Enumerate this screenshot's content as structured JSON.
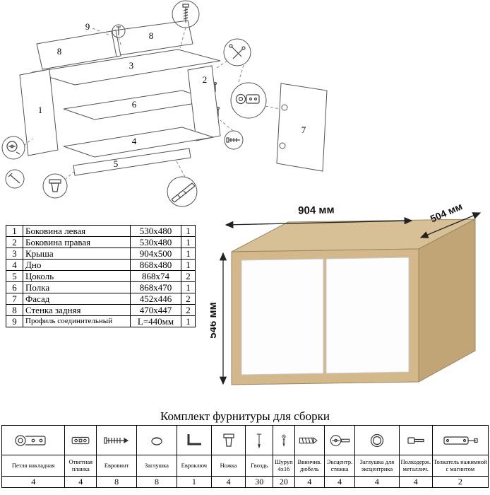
{
  "diagram": {
    "labels": {
      "p1": "1",
      "p2": "2",
      "p3": "3",
      "p4": "4",
      "p5": "5",
      "p6": "6",
      "p7": "7",
      "p8a": "8",
      "p8b": "8",
      "p9": "9"
    }
  },
  "parts": {
    "rows": [
      {
        "num": "1",
        "name": "Боковина левая",
        "size": "530x480",
        "qty": "1"
      },
      {
        "num": "2",
        "name": "Боковина правая",
        "size": "530x480",
        "qty": "1"
      },
      {
        "num": "3",
        "name": "Крыша",
        "size": "904x500",
        "qty": "1"
      },
      {
        "num": "4",
        "name": "Дно",
        "size": "868x480",
        "qty": "1"
      },
      {
        "num": "5",
        "name": "Цоколь",
        "size": "868x74",
        "qty": "2"
      },
      {
        "num": "6",
        "name": "Полка",
        "size": "868x470",
        "qty": "1"
      },
      {
        "num": "7",
        "name": "Фасад",
        "size": "452x446",
        "qty": "2"
      },
      {
        "num": "8",
        "name": "Стенка задняя",
        "size": "470x447",
        "qty": "2"
      },
      {
        "num": "9",
        "name": "Профиль соединительный",
        "size": "L=440мм",
        "qty": "1"
      }
    ]
  },
  "product": {
    "dim_width": "904 мм",
    "dim_depth": "504 мм",
    "dim_height": "546 мм",
    "colors": {
      "wood_top": "#d8c096",
      "wood_front": "#d2b88b",
      "wood_side": "#c2a577",
      "door": "#fdfdfd"
    }
  },
  "hardware": {
    "title": "Комплект фурнитуры для сборки",
    "items": [
      {
        "name": "Петля накладная",
        "qty": "4",
        "icon": "hinge-icon"
      },
      {
        "name": "Ответная планка",
        "qty": "4",
        "icon": "plate-icon"
      },
      {
        "name": "Евровинт",
        "qty": "8",
        "icon": "confirmat-icon"
      },
      {
        "name": "Заглушка",
        "qty": "8",
        "icon": "cap-icon"
      },
      {
        "name": "Евроключ",
        "qty": "1",
        "icon": "hexkey-icon"
      },
      {
        "name": "Ножка",
        "qty": "4",
        "icon": "leg-icon"
      },
      {
        "name": "Гвоздь",
        "qty": "30",
        "icon": "nail-icon"
      },
      {
        "name": "Шуруп 4x16",
        "qty": "20",
        "icon": "screw-icon"
      },
      {
        "name": "Ввинчив. дюбель",
        "qty": "4",
        "icon": "dowel-icon"
      },
      {
        "name": "Эксцентр. стяжка",
        "qty": "4",
        "icon": "cam-icon"
      },
      {
        "name": "Заглушка для эксцентрика",
        "qty": "4",
        "icon": "camcap-icon"
      },
      {
        "name": "Полкодерж. металлич.",
        "qty": "4",
        "icon": "shelfpin-icon"
      },
      {
        "name": "Толкатель нажимной с магнитом",
        "qty": "2",
        "icon": "pushlatch-icon"
      }
    ]
  }
}
